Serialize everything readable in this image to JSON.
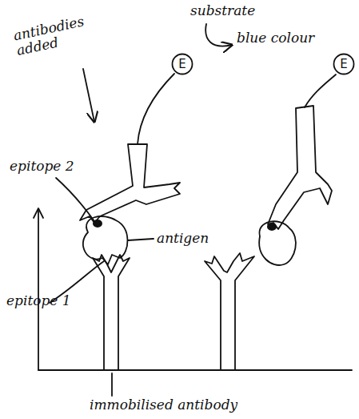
{
  "diagram": {
    "nodes": [
      {
        "text": [
          "E"
        ]
      },
      {
        "text": [
          "E"
        ]
      }
    ],
    "labels": [
      "antibodies added",
      "substrate",
      "blue colour",
      "epitope 2",
      "antigen",
      "epitope 1",
      "immobilised antibody"
    ]
  }
}
